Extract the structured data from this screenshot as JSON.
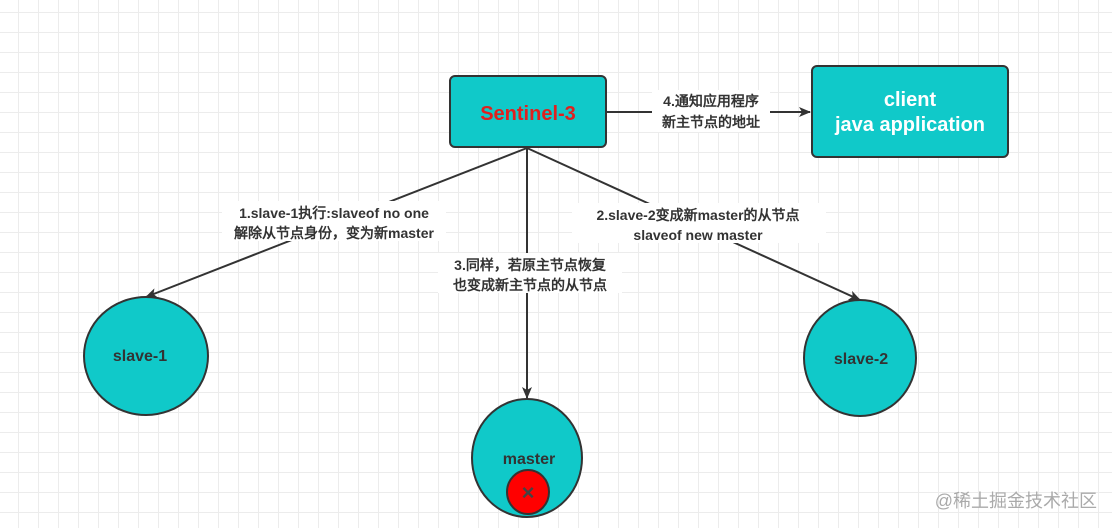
{
  "colors": {
    "node_fill": "#10C9C9",
    "stroke": "#333333",
    "sentinel_text": "#E0201E",
    "client_text": "#ffffff",
    "failed": "#FF0000"
  },
  "nodes": {
    "sentinel": "Sentinel-3",
    "client_line1": "client",
    "client_line2": "java application",
    "slave1": "slave-1",
    "slave2": "slave-2",
    "master": "master",
    "master_failed_mark": "×"
  },
  "edges": {
    "notify_line1": "4.通知应用程序",
    "notify_line2": "新主节点的地址",
    "slave1_line1": "1.slave-1执行:slaveof no one",
    "slave1_line2": "解除从节点身份，变为新master",
    "slave2_line1": "2.slave-2变成新master的从节点",
    "slave2_line2": "slaveof new master",
    "master_line1": "3.同样，若原主节点恢复",
    "master_line2": "也变成新主节点的从节点"
  },
  "watermark": "@稀土掘金技术社区"
}
